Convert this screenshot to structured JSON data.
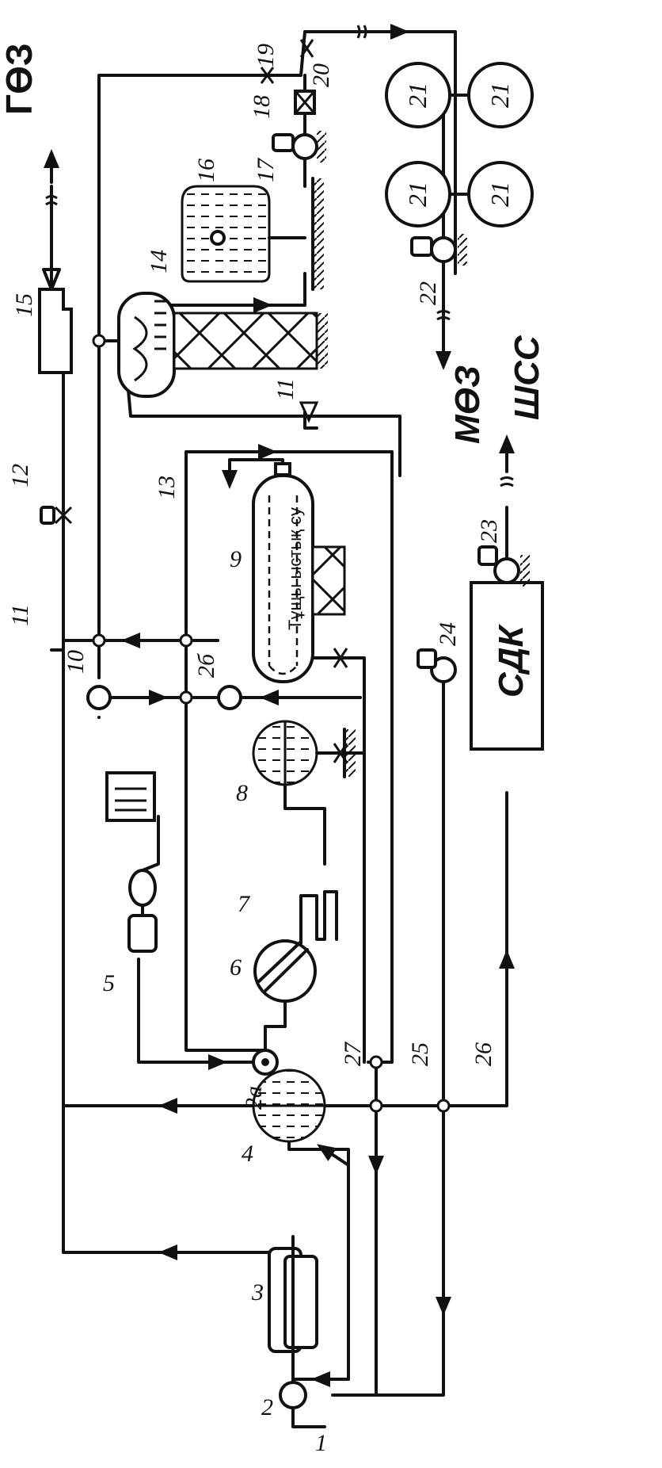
{
  "labels": {
    "n1": "1",
    "n2": "2",
    "n2a": "2а",
    "n2b": "2б",
    "n3": "3",
    "n4": "4",
    "n5": "5",
    "n6": "6",
    "n7": "7",
    "n8": "8",
    "n9": "9",
    "n10": "10",
    "n11a": "11",
    "n11b": "11",
    "n12": "12",
    "n13": "13",
    "n14": "14",
    "n15": "15",
    "n16": "16",
    "n17": "17",
    "n18": "18",
    "n19": "19",
    "n20": "20",
    "n21a": "21",
    "n21b": "21",
    "n21c": "21",
    "n21d": "21",
    "n22": "22",
    "n23": "23",
    "n24": "24",
    "n25": "25",
    "n26": "26",
    "n27": "27"
  },
  "outlets": {
    "geo": "ГӨЗ",
    "mgo": "МӨЗ",
    "shss": "ШСС",
    "sdk": "СДК"
  },
  "notes": {
    "fresh_hot_water": "Тұщы ыстық су"
  }
}
